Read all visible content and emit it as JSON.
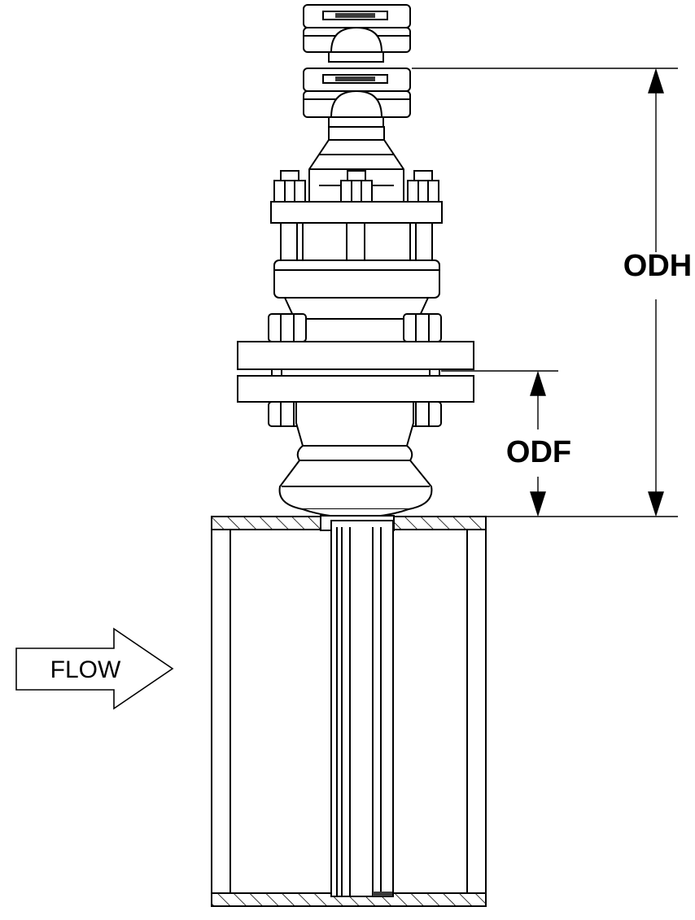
{
  "diagram": {
    "labels": {
      "odh": "ODH",
      "odf": "ODF",
      "flow": "FLOW"
    },
    "colors": {
      "line": "#000000",
      "dark": "#3a3a3a",
      "fill": "#ffffff"
    }
  }
}
